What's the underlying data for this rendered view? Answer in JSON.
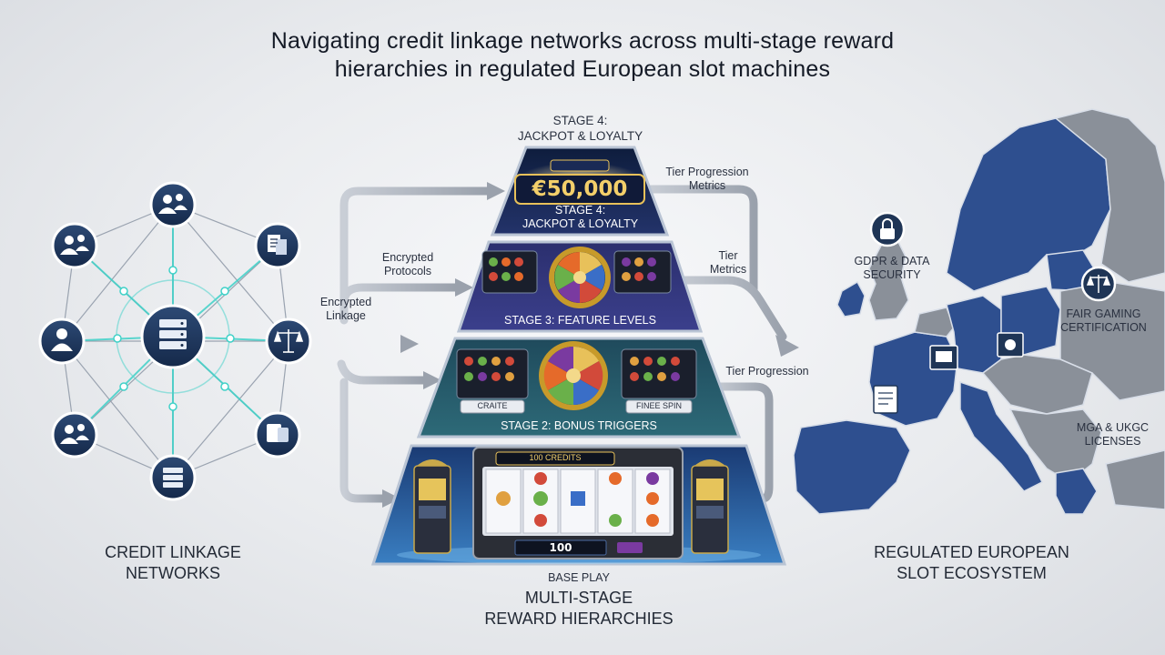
{
  "title": {
    "line1": "Navigating credit linkage networks across multi-stage reward",
    "line2": "hierarchies in regulated European slot machines"
  },
  "network": {
    "label_line1": "CREDIT LINKAGE",
    "label_line2": "NETWORKS",
    "link_label_line1": "Encrypted",
    "link_label_line2": "Linkage",
    "protocol_label_line1": "Encrypted",
    "protocol_label_line2": "Protocols"
  },
  "pyramid": {
    "top_caption_line1": "STAGE 4:",
    "top_caption_line2": "JACKPOT & LOYALTY",
    "jackpot_amount": "€50,000",
    "stage4_line1": "STAGE 4:",
    "stage4_line2": "JACKPOT & LOYALTY",
    "stage3": "STAGE 3: FEATURE LEVELS",
    "stage2": "STAGE 2: BONUS TRIGGERS",
    "stage2_left_button": "CRAITE",
    "stage2_right_button": "FINEE SPIN",
    "stage1_credits": "100 CREDITS",
    "stage1_display": "100",
    "base_play": "BASE PLAY",
    "caption_line1": "MULTI-STAGE",
    "caption_line2": "REWARD HIERARCHIES"
  },
  "flows": {
    "tier_prog_metrics_line1": "Tier Progression",
    "tier_prog_metrics_line2": "Metrics",
    "tier_metrics_line1": "Tier",
    "tier_metrics_line2": "Metrics",
    "tier_progression": "Tier Progression"
  },
  "ecosystem": {
    "gdpr_line1": "GDPR & DATA",
    "gdpr_line2": "SECURITY",
    "fair_line1": "FAIR GAMING",
    "fair_line2": "CERTIFICATION",
    "mga_line1": "MGA & UKGC",
    "mga_line2": "LICENSES",
    "label_line1": "REGULATED EUROPEAN",
    "label_line2": "SLOT ECOSYSTEM"
  },
  "colors": {
    "node_dark": "#1f3556",
    "link_teal": "#3fd1c8",
    "map_blue": "#2e4f8f",
    "map_gray": "#8a9099",
    "gold": "#e8c15a"
  }
}
